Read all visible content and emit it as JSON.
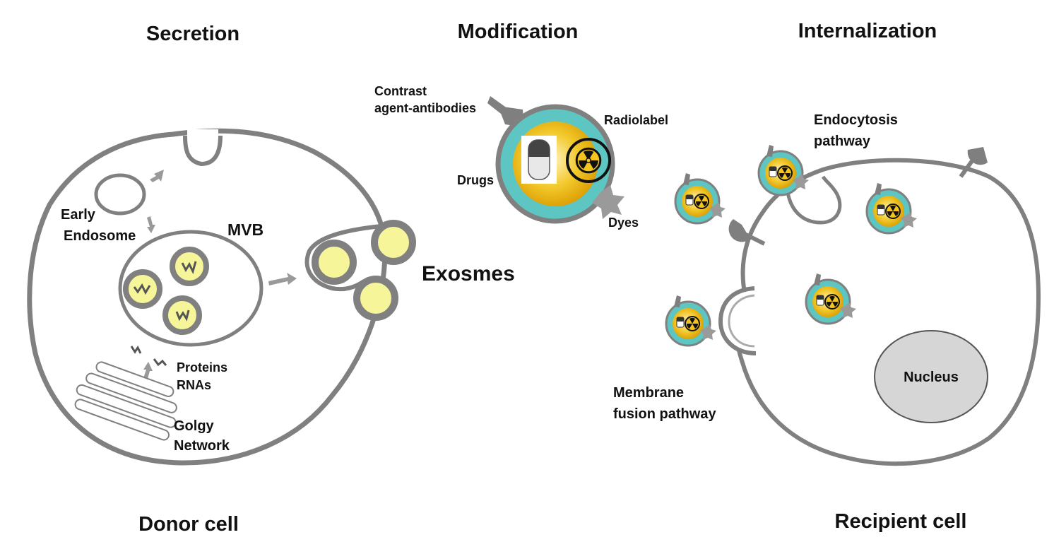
{
  "headers": {
    "secretion": "Secretion",
    "modification": "Modification",
    "internalization": "Internalization"
  },
  "footers": {
    "donor": "Donor cell",
    "recipient": "Recipient cell"
  },
  "donor": {
    "early_endosome_line1": "Early",
    "early_endosome_line2": "Endosome",
    "mvb": "MVB",
    "proteins": "Proteins",
    "rnas": "RNAs",
    "golgy_line1": "Golgy",
    "golgy_line2": "Network"
  },
  "exosomes_label": "Exosmes",
  "modification": {
    "contrast_line1": "Contrast",
    "contrast_line2": "agent-antibodies",
    "radiolabel": "Radiolabel",
    "drugs": "Drugs",
    "dyes": "Dyes"
  },
  "recipient": {
    "endocytosis_line1": "Endocytosis",
    "endocytosis_line2": "pathway",
    "membrane_line1": "Membrane",
    "membrane_line2": "fusion pathway",
    "nucleus": "Nucleus"
  },
  "colors": {
    "membrane": "#7f7f7f",
    "exosome_yellow": "#f7f59a",
    "exosome_ring": "#7f7f7f",
    "teal": "#5ec6c2",
    "gold": "#f0c419",
    "nucleus": "#d6d6d6"
  }
}
